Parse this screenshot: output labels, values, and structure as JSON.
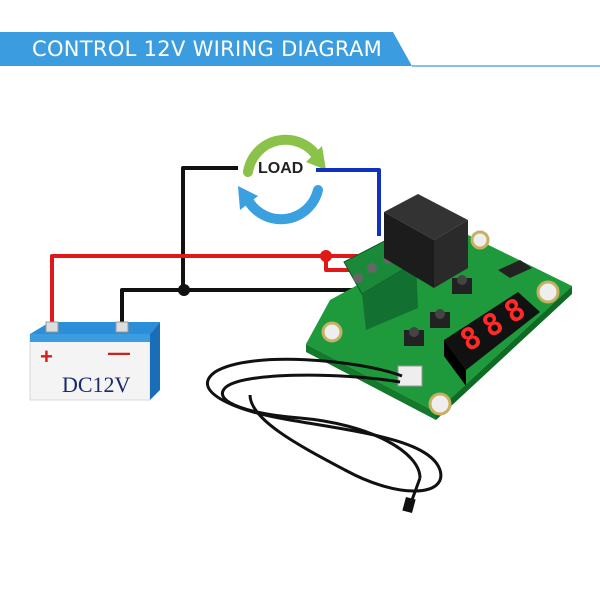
{
  "header": {
    "title": "CONTROL 12V WIRING DIAGRAM",
    "color": "#3b9de0"
  },
  "load": {
    "label": "LOAD",
    "arrow_colors": [
      "#3aa0e0",
      "#8ac24a"
    ]
  },
  "battery": {
    "label": "DC12V",
    "positive_sign": "+",
    "negative_sign": "—",
    "top_color": "#2a8ed8"
  },
  "wires": {
    "positive_color": "#e01818",
    "negative_color": "#111111",
    "load_return_color": "#1030c0"
  },
  "board": {
    "pcb_color": "#1e9a3c",
    "relay_color": "#222222",
    "display_digits": [
      "8",
      "8",
      "8"
    ],
    "display_color": "#ff2a2a"
  },
  "probe": {
    "cable_color": "#111111",
    "connector_color": "#eeeeee"
  }
}
